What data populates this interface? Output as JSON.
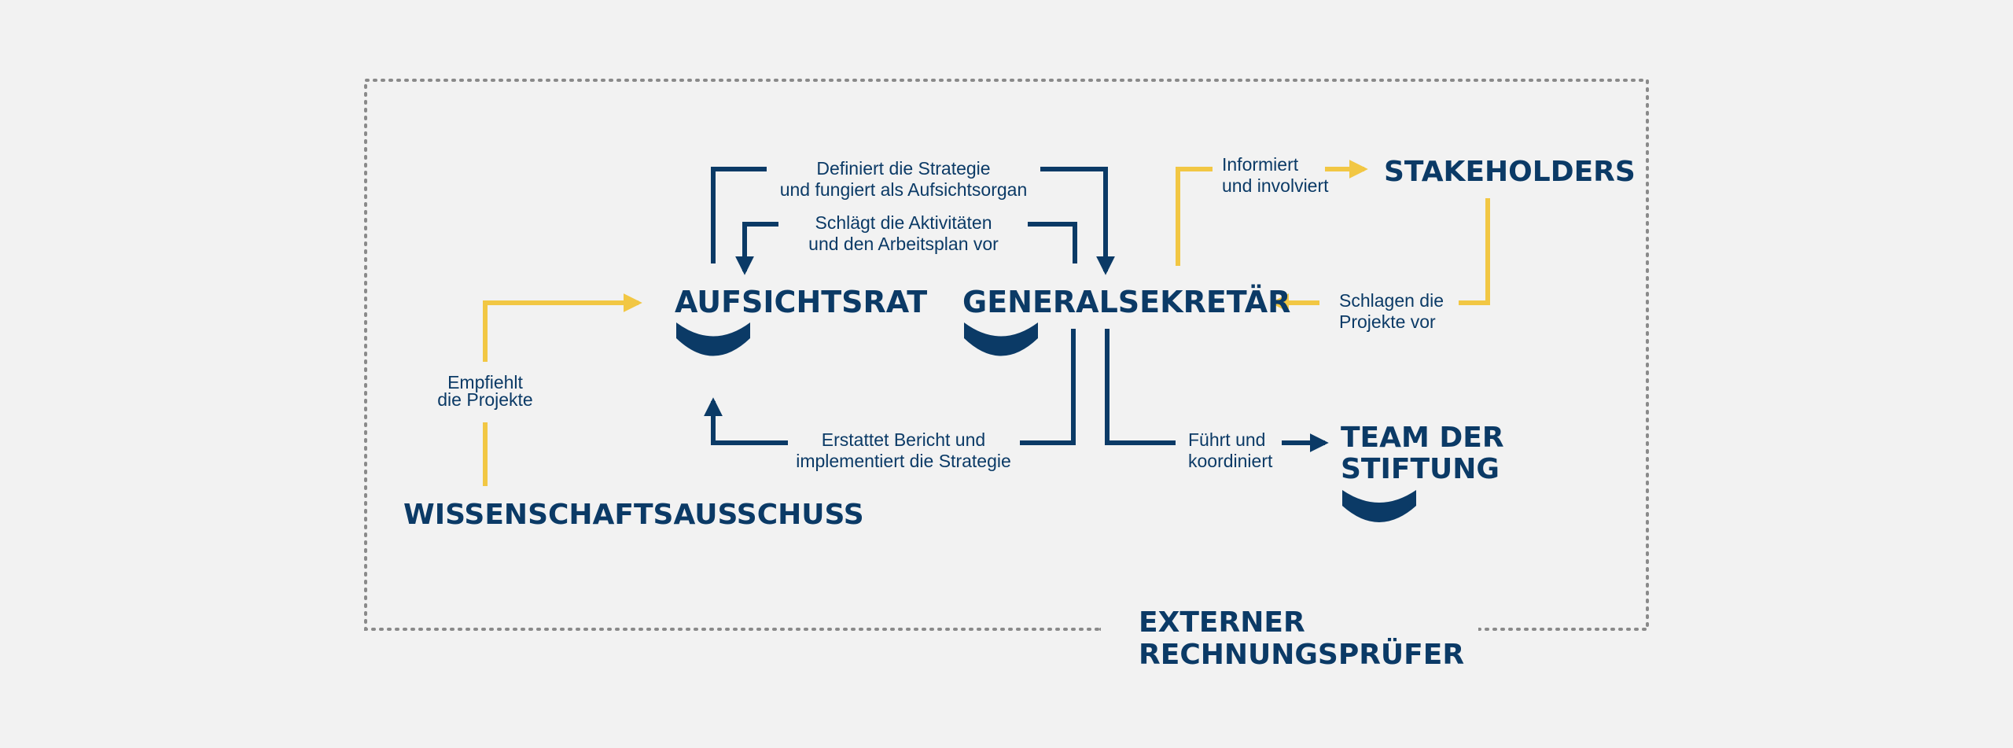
{
  "nodes": {
    "aufsichtsrat": "AUFSICHTSRAT",
    "generalsekretaer": "GENERALSEKRETÄR",
    "stakeholders": "STAKEHOLDERS",
    "team_line1": "TEAM DER",
    "team_line2": "STIFTUNG",
    "wissenschaft": "WISSENSCHAFTSAUSSCHUSS",
    "pruefer_line1": "EXTERNER",
    "pruefer_line2": "RECHNUNGSPRÜFER"
  },
  "edges": {
    "definiert_l1": "Definiert die Strategie",
    "definiert_l2": "und fungiert als Aufsichtsorgan",
    "schlaegt_l1": "Schlägt die Aktivitäten",
    "schlaegt_l2": "und den Arbeitsplan vor",
    "informiert_l1": "Informiert",
    "informiert_l2": "und involviert",
    "schlagen_l1": "Schlagen die",
    "schlagen_l2": "Projekte vor",
    "empfiehlt_l1": "Empfiehlt",
    "empfiehlt_l2": "die Projekte",
    "erstattet_l1": "Erstattet Bericht und",
    "erstattet_l2": "implementiert die Strategie",
    "fuehrt_l1": "Führt und",
    "fuehrt_l2": "koordiniert"
  },
  "colors": {
    "navy": "#0b3a66",
    "yellow": "#f2c744",
    "background": "#f2f2f2",
    "frame": "#8a8a8a"
  }
}
